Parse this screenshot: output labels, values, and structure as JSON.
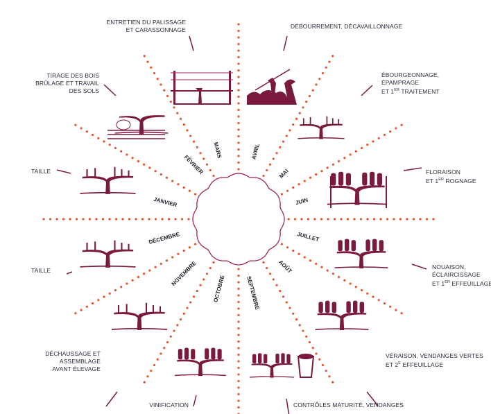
{
  "title": "Cycle annuel de la vigne",
  "colors": {
    "dots": "#e8552b",
    "wine": "#7a1a3e",
    "circle": "#a0245c",
    "text": "#2b2b3a"
  },
  "months": [
    "MARS",
    "AVRIL",
    "MAI",
    "JUIN",
    "JUILLET",
    "AOÛT",
    "SEPTEMBRE",
    "OCTOBRE",
    "NOVEMBRE",
    "DÉCEMBRE",
    "JANVIER",
    "FÉVRIER"
  ],
  "tasks": {
    "mars": [
      "ENTRETIEN DU PALISSAGE",
      "ET CARASSONNAGE"
    ],
    "avril": [
      "DÉBOURREMENT, DÉCAVAILLONNAGE"
    ],
    "mai": [
      "ÉBOURGEONNAGE,",
      "ÉPAMPRAGE",
      "ET 1",
      "ER",
      " TRAITEMENT"
    ],
    "juin": [
      "FLORAISON",
      "ET 1",
      "ER",
      " ROGNAGE"
    ],
    "juillet": [
      "NOUAISON,",
      "ÉCLAIRCISSAGE",
      "ET 1",
      "ER",
      " EFFEUILLAGE"
    ],
    "aout": [
      "VÉRAISON, VENDANGES VERTES",
      "ET 2",
      "E",
      " EFFEUILLAGE"
    ],
    "septembre": [
      "CONTRÔLES MATURITÉ, VENDANGES"
    ],
    "octobre": [
      "VINIFICATION"
    ],
    "novembre": [
      "DÉCHAUSSAGE ET",
      "ASSEMBLAGE",
      "AVANT ÉLEVAGE"
    ],
    "decembre": [
      "TAILLE"
    ],
    "janvier": [
      "TAILLE"
    ],
    "fevrier": [
      "TIRAGE DES BOIS",
      "BRÛLAGE ET TRAVAIL",
      "DES SOLS"
    ]
  }
}
